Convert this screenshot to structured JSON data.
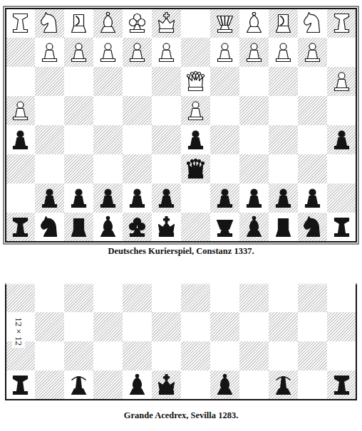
{
  "diagram": {
    "labels": [
      "Deutsches Kurierspiel, Constanz 1337.",
      "12 × 12",
      "Grande Acedrex, Sevilla 1283."
    ]
  }
}
